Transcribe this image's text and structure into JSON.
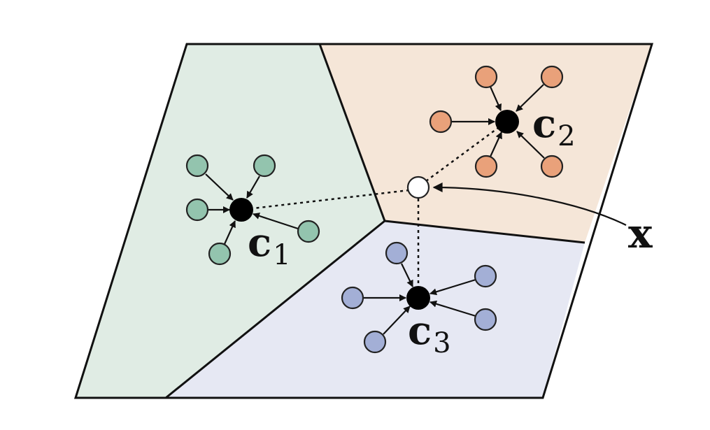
{
  "regions": [
    {
      "id": "region-1",
      "color": "#e0ece4"
    },
    {
      "id": "region-2",
      "color": "#f5e6d8"
    },
    {
      "id": "region-3",
      "color": "#e6e8f3"
    }
  ],
  "point_colors": {
    "cluster_1": "#93c4ae",
    "cluster_2": "#e9a17a",
    "cluster_3": "#a3afd6",
    "centroid": "#000000",
    "query": "#ffffff"
  },
  "labels": {
    "c1_base": "c",
    "c1_sub": "1",
    "c2_base": "c",
    "c2_sub": "2",
    "c3_base": "c",
    "c3_sub": "3",
    "query": "x"
  }
}
